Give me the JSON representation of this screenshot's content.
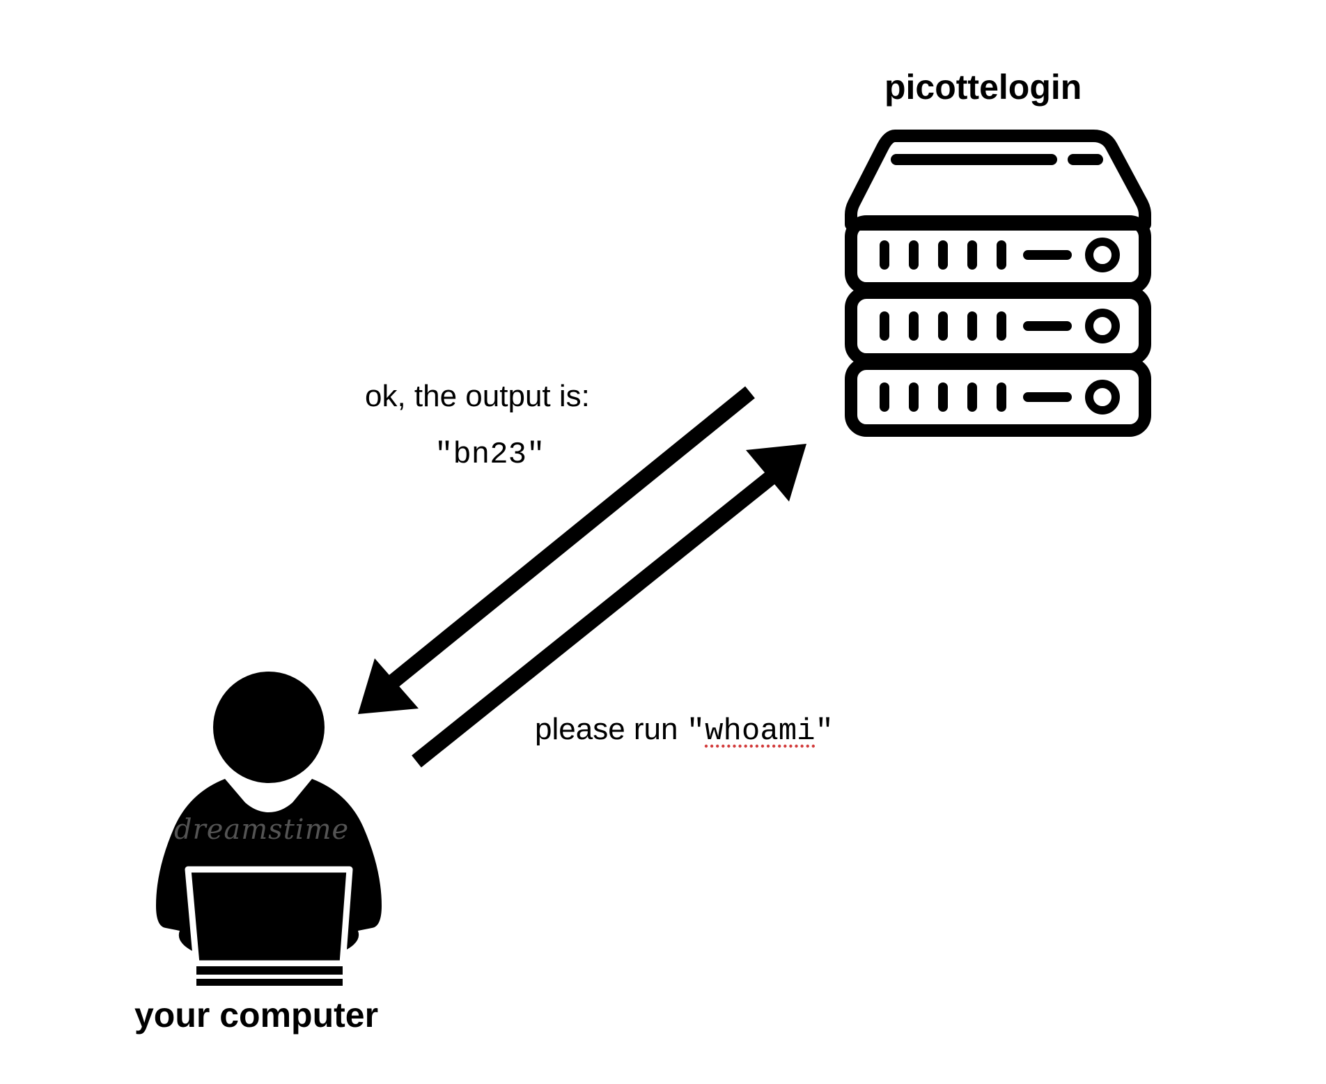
{
  "server": {
    "label": "picottelogin",
    "icon": "server-stack-icon"
  },
  "client": {
    "label": "your computer",
    "icon": "person-with-laptop-icon",
    "watermark": "dreamstime"
  },
  "messages": {
    "response_text": "ok, the output is:",
    "response_value": "\"bn23\"",
    "request_text": "please run ",
    "request_quote_open": "\"",
    "request_command": "whoami",
    "request_quote_close": "\""
  },
  "colors": {
    "ink": "#000000",
    "background": "#ffffff",
    "spellcheck_underline": "#d23b3b",
    "watermark": "#9a9a9a"
  }
}
